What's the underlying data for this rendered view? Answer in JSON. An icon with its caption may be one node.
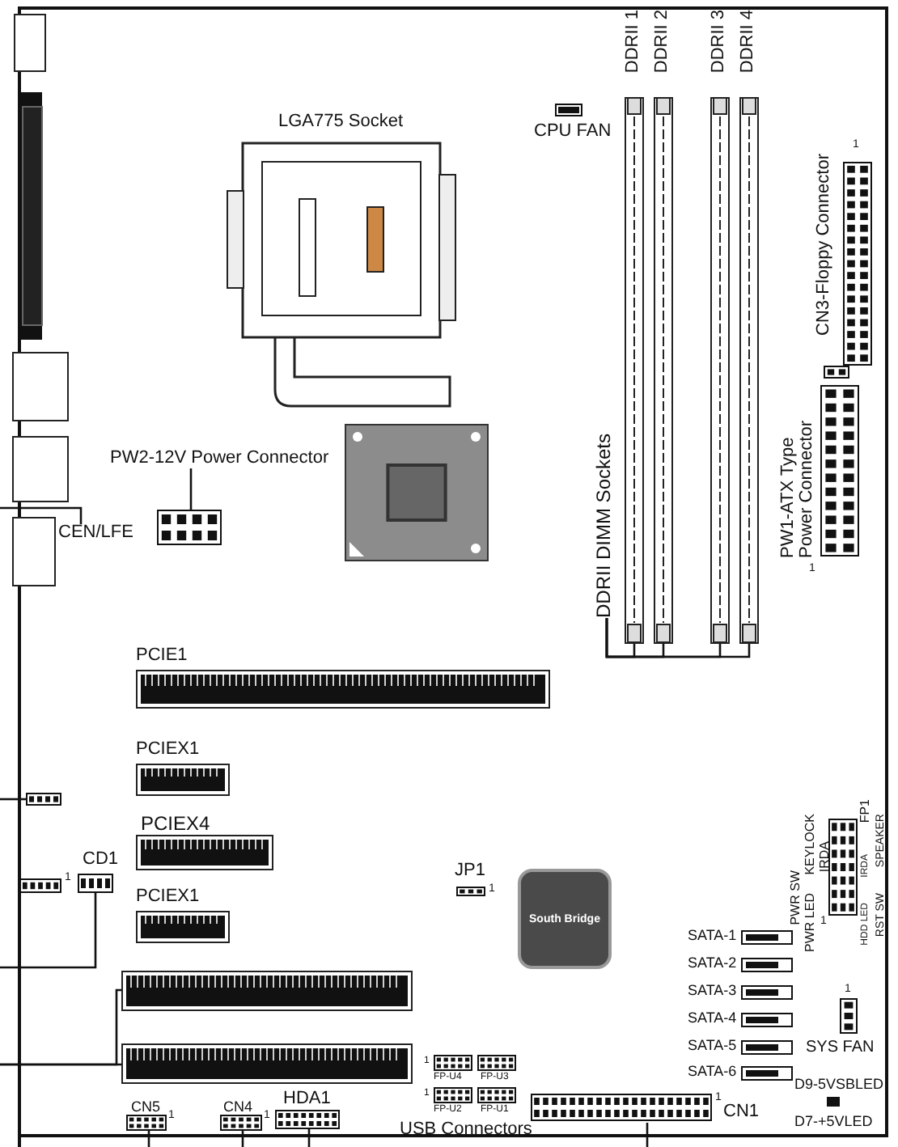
{
  "diagram": {
    "nodes": [
      {
        "text": [
          "LGA775 Socket"
        ]
      },
      {
        "text": [
          "CPU FAN"
        ]
      },
      {
        "text": [
          "DDRII 1"
        ]
      },
      {
        "text": [
          "DDRII 2"
        ]
      },
      {
        "text": [
          "DDRII 3"
        ]
      },
      {
        "text": [
          "DDRII 4"
        ]
      },
      {
        "text": [
          "DDRII DIMM Sockets"
        ]
      },
      {
        "text": [
          "CN3-Floppy Connector"
        ]
      },
      {
        "text": [
          "PW1-ATX Type Power Connector"
        ]
      },
      {
        "text": [
          "PW2-12V Power Connector"
        ]
      },
      {
        "text": [],
        "shape": "box"
      },
      {
        "text": [
          "CEN/LFE"
        ]
      },
      {
        "text": [
          "PCIE1"
        ]
      },
      {
        "text": [
          "PCIEX1"
        ]
      },
      {
        "text": [
          "PCIEX4"
        ]
      },
      {
        "text": [
          "PCIEX1"
        ]
      },
      {
        "text": [],
        "shape": "box"
      },
      {
        "text": [
          "CD1"
        ]
      },
      {
        "text": [
          "JP1"
        ]
      },
      {
        "text": [
          "South Bridge"
        ]
      },
      {
        "text": [],
        "shape": "bar"
      },
      {
        "text": [],
        "shape": "bar"
      },
      {
        "text": [
          "SATA-1"
        ]
      },
      {
        "text": [
          "SATA-2"
        ]
      },
      {
        "text": [
          "SATA-3"
        ]
      },
      {
        "text": [
          "SATA-4"
        ]
      },
      {
        "text": [
          "SATA-5"
        ]
      },
      {
        "text": [
          "SATA-6"
        ]
      },
      {
        "text": [
          "SYS FAN"
        ]
      },
      {
        "text": [
          "FP-U4"
        ]
      },
      {
        "text": [
          "FP-U3"
        ]
      },
      {
        "text": [
          "FP-U2"
        ]
      },
      {
        "text": [
          "FP-U1"
        ]
      },
      {
        "text": [
          "CN5"
        ]
      },
      {
        "text": [
          "CN4"
        ]
      },
      {
        "text": [
          "HDA1"
        ]
      },
      {
        "text": [
          "CN1"
        ]
      },
      {
        "text": [],
        "shape": "box"
      }
    ],
    "edges": [
      {
        "from": 6,
        "to": 2,
        "arrow": "none"
      },
      {
        "from": 6,
        "to": 3,
        "arrow": "none"
      },
      {
        "from": 6,
        "to": 4,
        "arrow": "none"
      },
      {
        "from": 6,
        "to": 5,
        "arrow": "none"
      },
      {
        "from": 9,
        "to": 10,
        "arrow": "none"
      },
      {
        "from": 11,
        "to": null,
        "arrow": "none"
      },
      {
        "from": 17,
        "to": null,
        "arrow": "none"
      },
      {
        "from": null,
        "to": 20,
        "arrow": "none"
      },
      {
        "from": null,
        "to": 21,
        "arrow": "none"
      },
      {
        "from": null,
        "to": 16,
        "arrow": "none"
      },
      {
        "from": 33,
        "to": null,
        "arrow": "none"
      },
      {
        "from": 34,
        "to": null,
        "arrow": "none"
      },
      {
        "from": 35,
        "to": null,
        "arrow": "none"
      },
      {
        "from": 36,
        "to": null,
        "arrow": "none"
      }
    ],
    "labels": [
      "1",
      "1",
      "FP1",
      "KEYLOCK",
      "IRDA",
      "SPEAKER",
      "IRDA",
      "PWR SW",
      "RST SW",
      "PWR LED",
      "HDD LED",
      "1",
      "1",
      "1",
      "1",
      "1",
      "1",
      "1",
      "1",
      "1",
      "D9-5VSBLED",
      "D7-+5VLED",
      "USB Connectors"
    ]
  }
}
